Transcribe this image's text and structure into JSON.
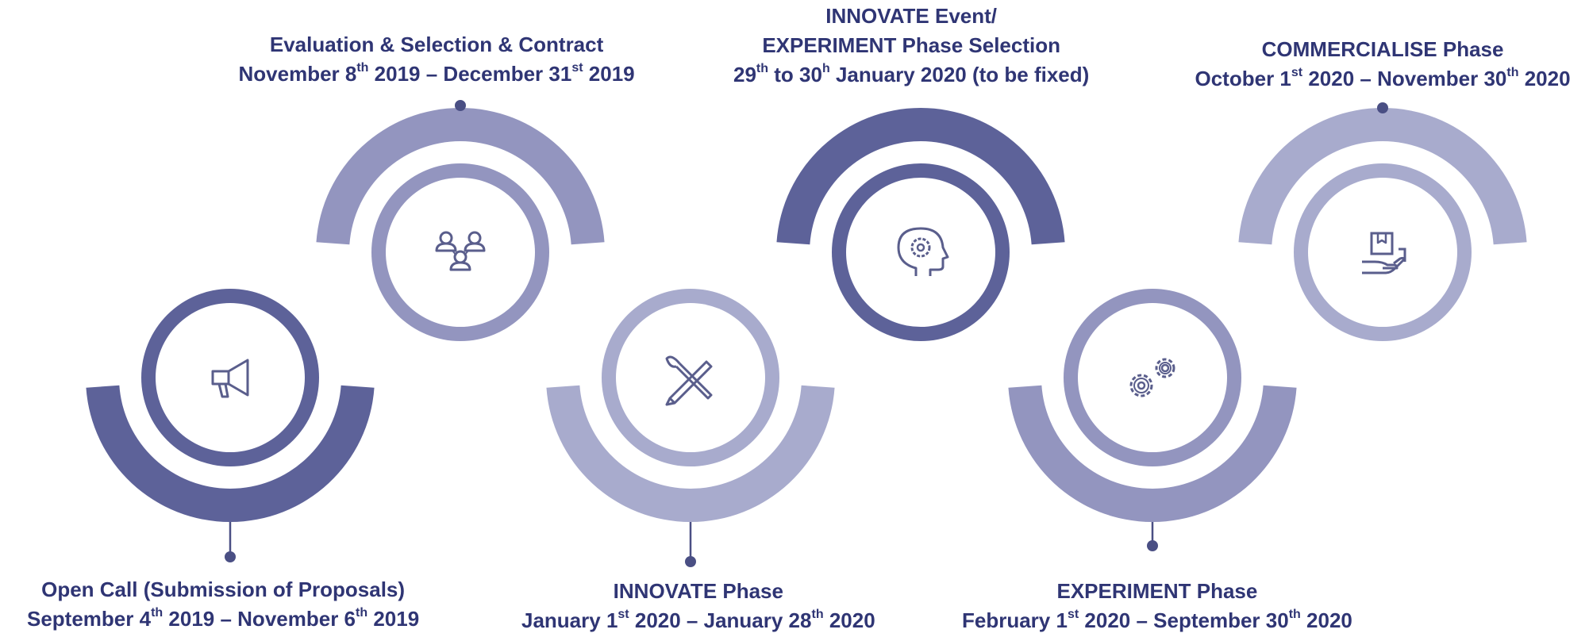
{
  "colors": {
    "dark": "#5d6299",
    "medium": "#9395bf",
    "light": "#a8abcd",
    "text": "#2f3574",
    "icon": "#5a5e8c"
  },
  "milestones": [
    {
      "id": "open-call",
      "icon": "megaphone-icon",
      "tone": "dark",
      "lines": [
        [
          {
            "t": "Open Call (Submission of Proposals)"
          }
        ],
        [
          {
            "t": "September 4"
          },
          {
            "t": "th",
            "sup": true
          },
          {
            "t": " 2019 – November 6"
          },
          {
            "t": "th",
            "sup": true
          },
          {
            "t": " 2019"
          }
        ]
      ]
    },
    {
      "id": "evaluation",
      "icon": "team-icon",
      "tone": "medium",
      "lines": [
        [
          {
            "t": "Evaluation & Selection & Contract"
          }
        ],
        [
          {
            "t": "November 8"
          },
          {
            "t": "th",
            "sup": true
          },
          {
            "t": " 2019 – December 31"
          },
          {
            "t": "st",
            "sup": true
          },
          {
            "t": " 2019"
          }
        ]
      ]
    },
    {
      "id": "innovate-phase",
      "icon": "pen-brush-icon",
      "tone": "light",
      "lines": [
        [
          {
            "t": "INNOVATE Phase"
          }
        ],
        [
          {
            "t": "January 1"
          },
          {
            "t": "st",
            "sup": true
          },
          {
            "t": " 2020 – January 28"
          },
          {
            "t": "th",
            "sup": true
          },
          {
            "t": " 2020"
          }
        ]
      ]
    },
    {
      "id": "innovate-event",
      "icon": "head-gear-icon",
      "tone": "dark",
      "lines": [
        [
          {
            "t": "INNOVATE Event/"
          }
        ],
        [
          {
            "t": "EXPERIMENT Phase Selection"
          }
        ],
        [
          {
            "t": "29"
          },
          {
            "t": "th",
            "sup": true
          },
          {
            "t": " to 30"
          },
          {
            "t": "h",
            "sup": true
          },
          {
            "t": " January 2020 (to be fixed)"
          }
        ]
      ]
    },
    {
      "id": "experiment-phase",
      "icon": "gears-icon",
      "tone": "medium",
      "lines": [
        [
          {
            "t": "EXPERIMENT Phase"
          }
        ],
        [
          {
            "t": "February 1"
          },
          {
            "t": "st",
            "sup": true
          },
          {
            "t": " 2020 – September  30"
          },
          {
            "t": "th",
            "sup": true
          },
          {
            "t": " 2020"
          }
        ]
      ]
    },
    {
      "id": "commercialise-phase",
      "icon": "hand-box-icon",
      "tone": "light",
      "lines": [
        [
          {
            "t": "COMMERCIALISE Phase"
          }
        ],
        [
          {
            "t": "October 1"
          },
          {
            "t": "st",
            "sup": true
          },
          {
            "t": " 2020 – November 30"
          },
          {
            "t": "th",
            "sup": true
          },
          {
            "t": " 2020"
          }
        ]
      ]
    }
  ]
}
